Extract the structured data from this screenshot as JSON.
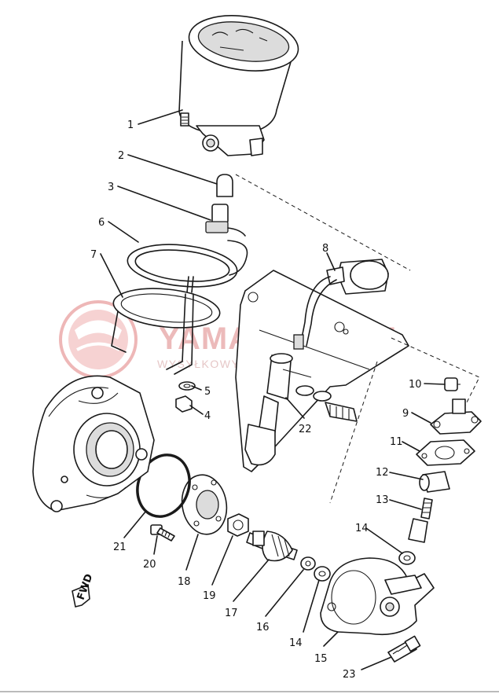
{
  "watermark": {
    "brand": "YAMASKLEP.PL",
    "tagline": "WYSYŁKOWY DEALER YAMAHA"
  },
  "direction_marker": "FWD",
  "callouts": [
    "1",
    "2",
    "3",
    "4",
    "5",
    "6",
    "7",
    "8",
    "9",
    "10",
    "11",
    "12",
    "13",
    "14",
    "14",
    "15",
    "16",
    "17",
    "18",
    "19",
    "20",
    "21",
    "22",
    "23"
  ],
  "colors": {
    "line": "#1a1a1a",
    "watermark": "#e6a3a3",
    "background": "#ffffff"
  }
}
